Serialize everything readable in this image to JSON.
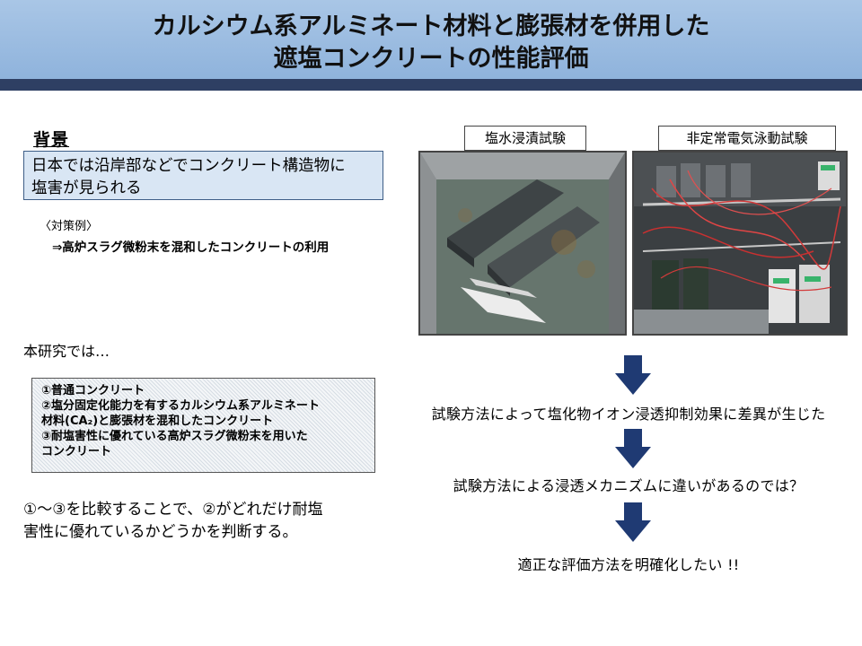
{
  "header": {
    "title_line1": "カルシウム系アルミネート材料と膨張材を併用した",
    "title_line2": "遮塩コンクリートの性能評価",
    "colors": {
      "band": "#9dbde3",
      "bar": "#2e3f63"
    }
  },
  "background": {
    "heading": "背景",
    "box_line1": "日本では沿岸部などでコンクリート構造物に",
    "box_line2": "塩害が見られる",
    "measures_label": "〈対策例〉",
    "measures_item": "⇒高炉スラグ微粉末を混和したコンクリートの利用"
  },
  "study": {
    "intro": "本研究では…",
    "items": [
      "①普通コンクリート",
      "②塩分固定化能力を有するカルシウム系アルミネート",
      "材料(CA₂)と膨張材を混和したコンクリート",
      "③耐塩害性に優れている高炉スラグ微粉末を用いた",
      "コンクリート"
    ],
    "conclusion_line1": "①～③を比較することで、②がどれだけ耐塩",
    "conclusion_line2": "害性に優れているかどうかを判断する。"
  },
  "experiments": {
    "left_label": "塩水浸漬試験",
    "right_label": "非定常電気泳動試験"
  },
  "flow": {
    "step1": "試験方法によって塩化物イオン浸透抑制効果に差異が生じた",
    "step2": "試験方法による浸透メカニズムに違いがあるのでは？",
    "step3": "適正な評価方法を明確化したい !!",
    "arrow_color": "#1f3a73"
  }
}
